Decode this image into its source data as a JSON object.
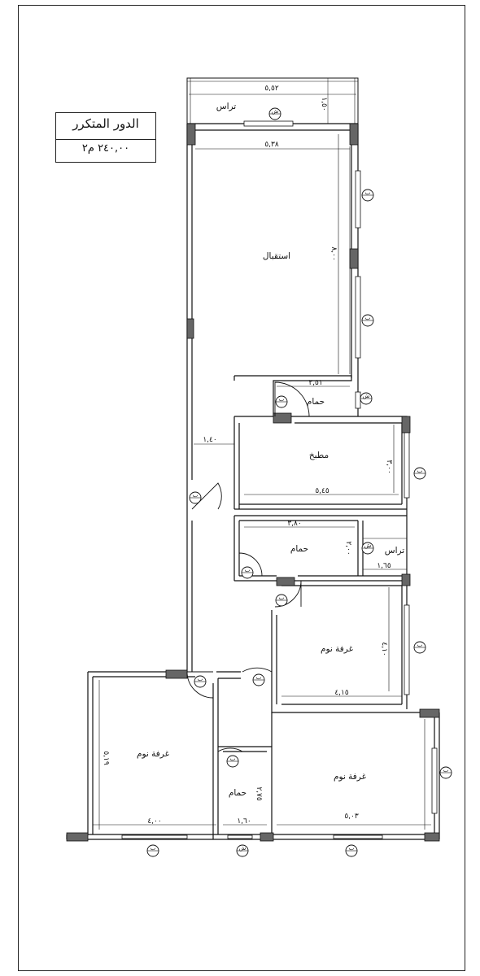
{
  "title": {
    "floor_name": "الدور المتكرر",
    "area": "٢٤٠,٠٠ م٢"
  },
  "rooms": {
    "terrace_top": "تراس",
    "reception": "استقبال",
    "bath_1": "حمام",
    "kitchen": "مطبخ",
    "bath_2": "حمام",
    "terrace_mid": "تراس",
    "bedroom_1": "غرفة نوم",
    "bedroom_2": "غرفة نوم",
    "bedroom_3": "غرفة نوم",
    "bath_3": "حمام"
  },
  "dimensions": {
    "terrace_width": "٥,٥٢",
    "terrace_depth": "١,٥٠",
    "reception_width": "٥,٣٨",
    "reception_length": "٨,٠٠",
    "bath1_width": "٢,٥١",
    "corridor_width": "١,٤٠",
    "kitchen_depth": "٣,٠٠",
    "kitchen_width": "٥,٤٥",
    "bath2_width": "٣,٨٠",
    "bath2_depth": "٢,٠٠",
    "terrace_mid_width": "١,٦٥",
    "bedroom1_depth": "٤,١٠",
    "bedroom1_width": "٤,١٥",
    "bedroom2_length": "٥,١٩",
    "bedroom2_width": "٤,٠٠",
    "bath3_depth": "٢,٧٥",
    "bath3_width": "١,٦٠",
    "bedroom3_width": "٥,٠٣"
  },
  "tags": {
    "door_small": "ب",
    "door": "ب",
    "window": "ش",
    "window_large": "ش"
  }
}
